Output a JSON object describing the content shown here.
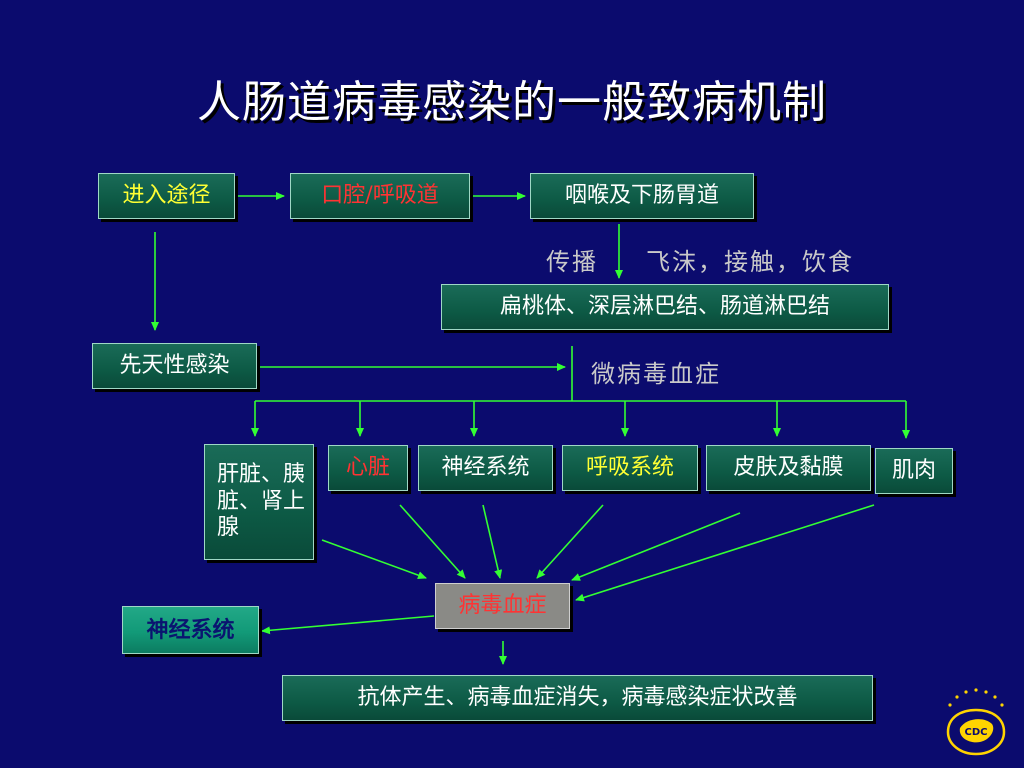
{
  "title": "人肠道病毒感染的一般致病机制",
  "nodes": {
    "entry": "进入途径",
    "oral": "口腔/呼吸道",
    "pharynx": "咽喉及下肠胃道",
    "tonsil": "扁桃体、深层淋巴结、肠道淋巴结",
    "congenital": "先天性感染",
    "liver": "肝脏、胰脏、肾上腺",
    "heart": "心脏",
    "nerve": "神经系统",
    "resp": "呼吸系统",
    "skin": "皮肤及黏膜",
    "muscle": "肌肉",
    "viremia": "病毒血症",
    "nerve2": "神经系统",
    "outcome": "抗体产生、病毒血症消失，病毒感染症状改善"
  },
  "labels": {
    "spread": "传播",
    "routes": "飞沫，接触，饮食",
    "microviremia": "微病毒血症"
  },
  "logo": {
    "text": "CDC"
  },
  "colors": {
    "background": "#0b0b6e",
    "arrow": "#33ff33",
    "box": "#0d5a45",
    "yellow_text": "#ffff33",
    "red_text": "#ff3333"
  }
}
